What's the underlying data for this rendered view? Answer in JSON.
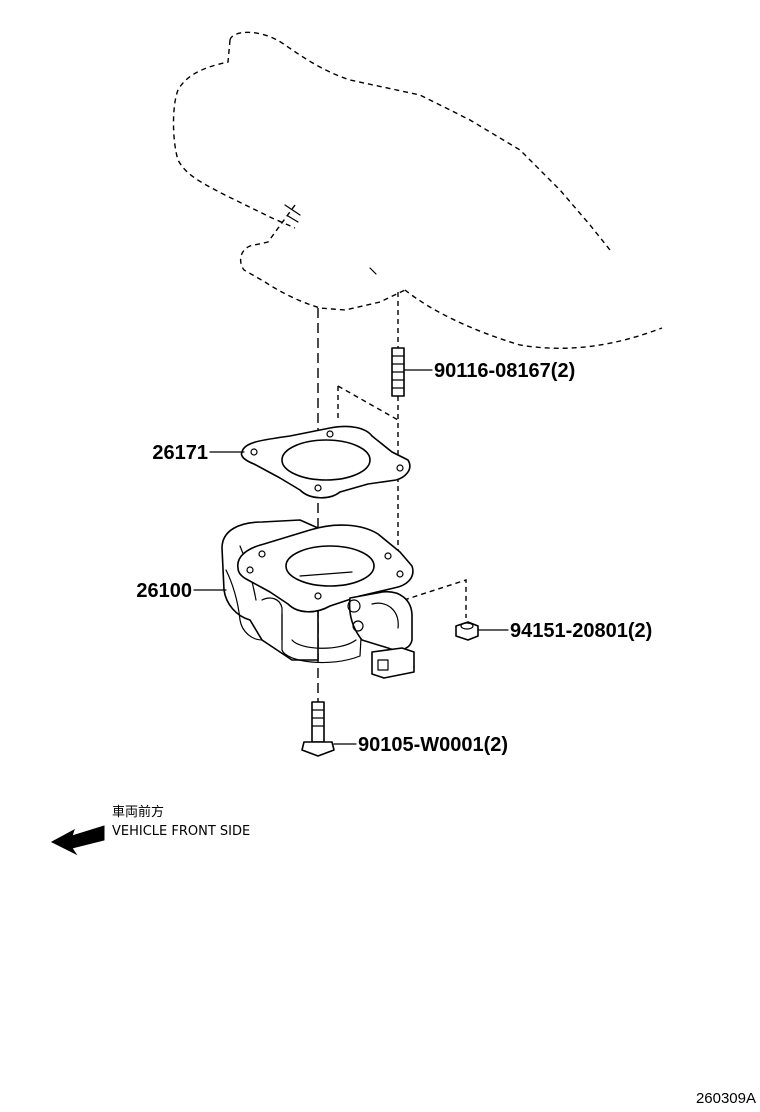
{
  "diagram": {
    "parts": [
      {
        "id": "stud",
        "number": "90116-08167(2)"
      },
      {
        "id": "gasket",
        "number": "26171"
      },
      {
        "id": "throttle-body",
        "number": "26100"
      },
      {
        "id": "nut",
        "number": "94151-20801(2)"
      },
      {
        "id": "bolt",
        "number": "90105-W0001(2)"
      }
    ],
    "direction_note": {
      "japanese": "車両前方",
      "english": "VEHICLE FRONT SIDE"
    },
    "figure_ref": "260309A"
  }
}
